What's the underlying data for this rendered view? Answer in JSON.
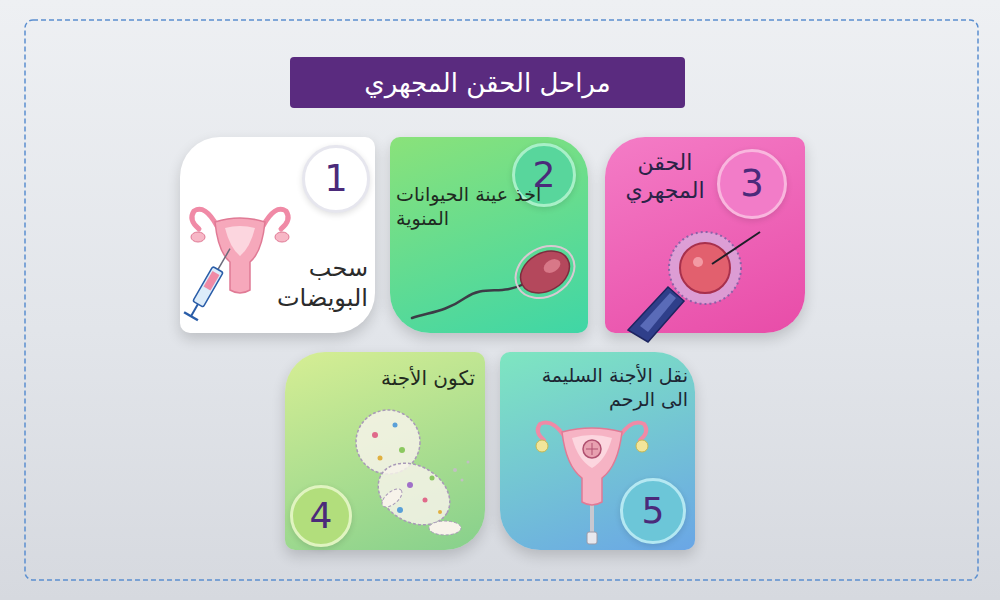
{
  "diagram": {
    "title": "مراحل الحقن المجهري",
    "nodes": [
      {
        "text": [
          "سحب البويضات"
        ]
      },
      {
        "text": [
          "1"
        ],
        "in": 0
      },
      {
        "text": [
          "أخذ عينة الحيوانات المنوية"
        ]
      },
      {
        "text": [
          "2"
        ],
        "in": 2
      },
      {
        "text": [
          "الحقن المجهري"
        ]
      },
      {
        "text": [
          "3"
        ],
        "in": 4
      },
      {
        "text": [
          "تكون الأجنة"
        ]
      },
      {
        "text": [
          "4"
        ],
        "in": 6
      },
      {
        "text": [
          "نقل الأجنة السليمة الى الرحم"
        ]
      },
      {
        "text": [
          "5"
        ],
        "in": 8
      }
    ]
  }
}
